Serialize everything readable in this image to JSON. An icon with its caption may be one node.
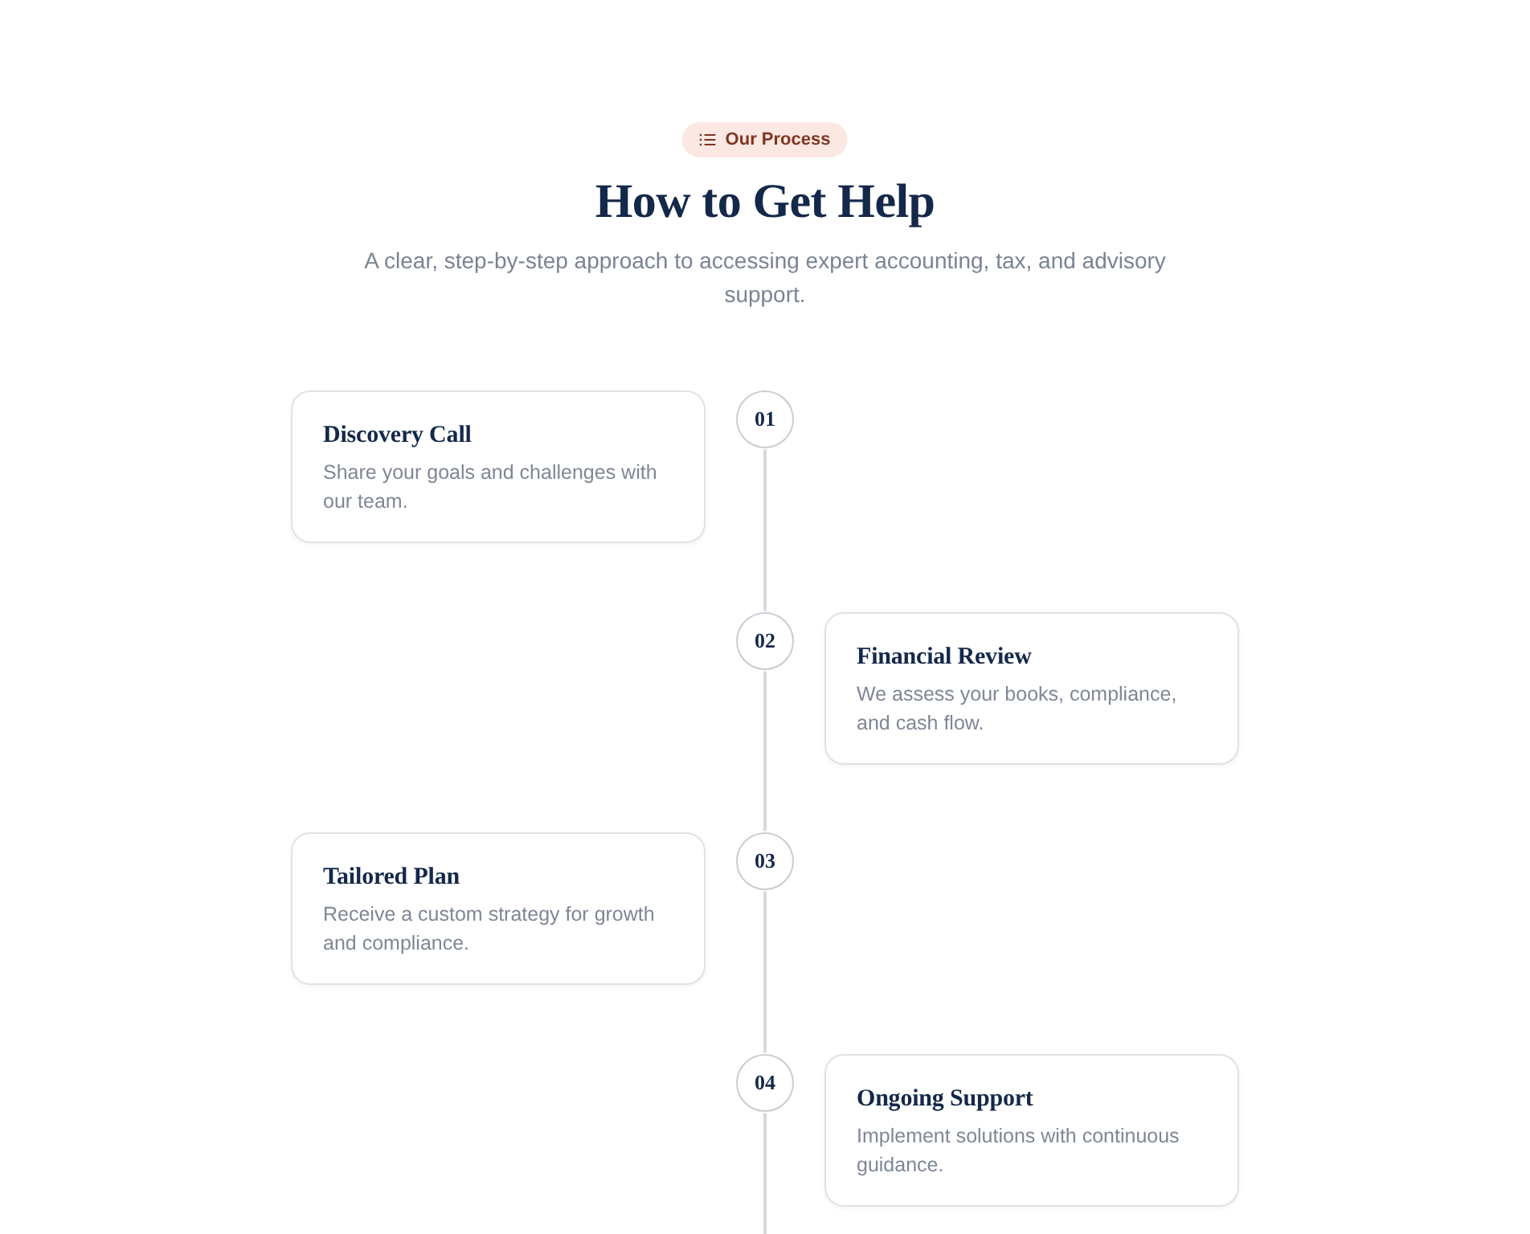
{
  "diagram": {
    "title": "How to Get Help",
    "nodes": [
      {
        "text": [
          "Our Process"
        ]
      },
      {
        "text": [
          "Discovery Call",
          "Share your goals and challenges with our team."
        ]
      },
      {
        "text": [
          "01"
        ]
      },
      {
        "text": [
          "02"
        ]
      },
      {
        "text": [
          "Financial Review",
          "We assess your books, compliance, and cash flow."
        ]
      },
      {
        "text": [
          "Tailored Plan",
          "Receive a custom strategy for growth and compliance."
        ]
      },
      {
        "text": [
          "03"
        ]
      },
      {
        "text": [
          "04"
        ]
      },
      {
        "text": [
          "Ongoing Support",
          "Implement solutions with continuous guidance."
        ]
      }
    ],
    "edges": [
      {
        "from": 2,
        "to": 3,
        "arrow": "none"
      },
      {
        "from": 3,
        "to": 6,
        "arrow": "none"
      },
      {
        "from": 6,
        "to": 7,
        "arrow": "none"
      },
      {
        "from": 7,
        "to": null,
        "arrow": "none"
      }
    ],
    "labels": [
      "A clear, step-by-step approach to accessing expert accounting, tax, and advisory support."
    ]
  }
}
